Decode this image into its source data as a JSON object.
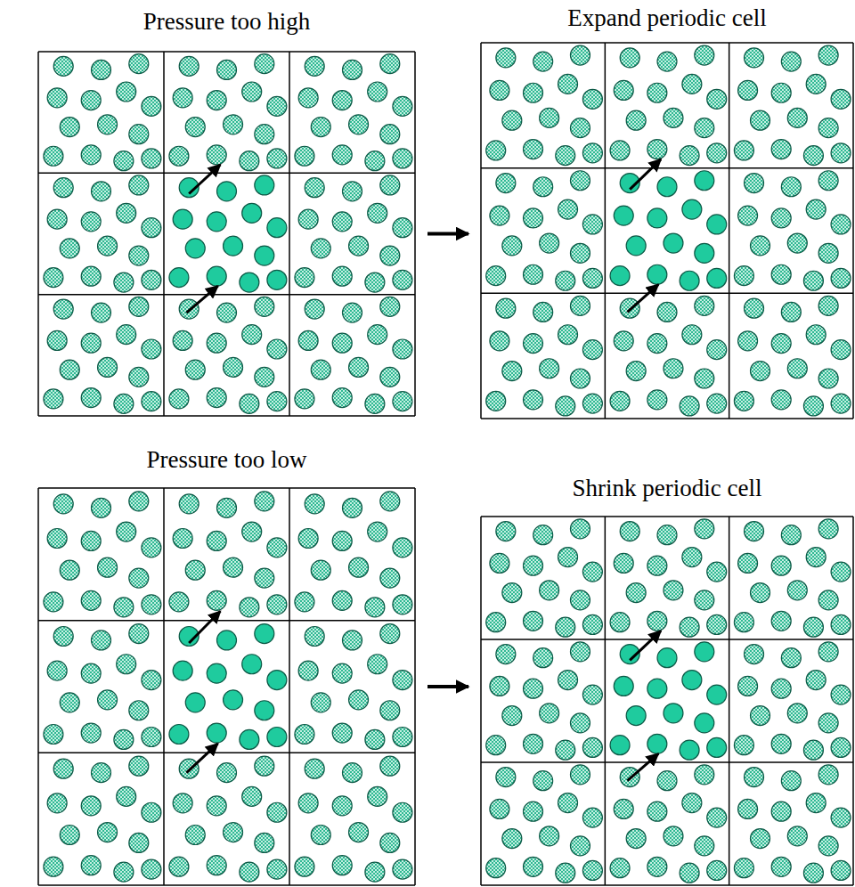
{
  "diagram": {
    "nodes": [
      {
        "text": [
          "Pressure too high"
        ]
      },
      {
        "text": [
          "Expand periodic cell"
        ]
      },
      {
        "text": [
          "Pressure too low"
        ]
      },
      {
        "text": [
          "Shrink periodic cell"
        ]
      }
    ],
    "edges": [
      {
        "from": 0,
        "to": 1,
        "arrow": "to"
      },
      {
        "from": 2,
        "to": 3,
        "arrow": "to"
      }
    ]
  }
}
